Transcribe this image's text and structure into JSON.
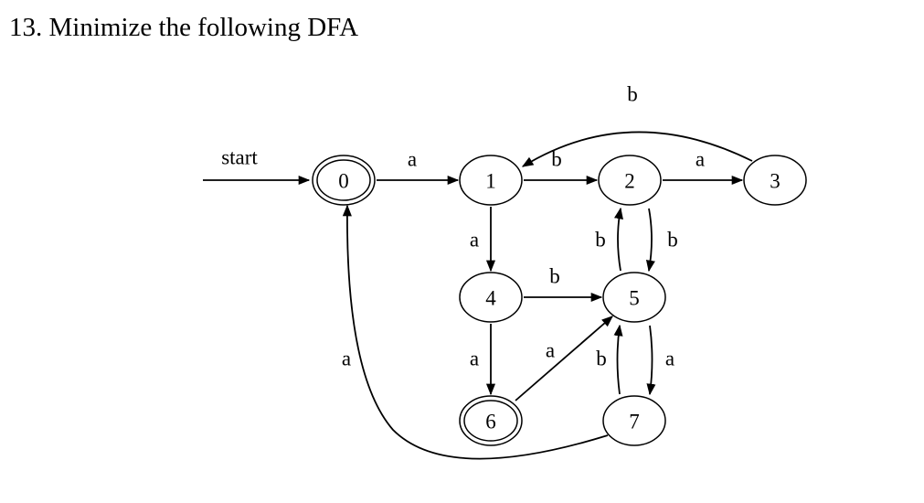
{
  "question": {
    "title": "13. Minimize the following DFA"
  },
  "dfa": {
    "start_label": "start",
    "start_state": "0",
    "accepting_states": [
      "0",
      "6"
    ],
    "states": [
      "0",
      "1",
      "2",
      "3",
      "4",
      "5",
      "6",
      "7"
    ],
    "transitions": [
      {
        "from": "0",
        "to": "1",
        "symbol": "a"
      },
      {
        "from": "1",
        "to": "2",
        "symbol": "b"
      },
      {
        "from": "1",
        "to": "4",
        "symbol": "a"
      },
      {
        "from": "2",
        "to": "3",
        "symbol": "a"
      },
      {
        "from": "3",
        "to": "1",
        "symbol": "b"
      },
      {
        "from": "2",
        "to": "5",
        "symbol": "b"
      },
      {
        "from": "5",
        "to": "2",
        "symbol": "b"
      },
      {
        "from": "4",
        "to": "5",
        "symbol": "b"
      },
      {
        "from": "4",
        "to": "6",
        "symbol": "a"
      },
      {
        "from": "6",
        "to": "5",
        "symbol": "a"
      },
      {
        "from": "5",
        "to": "7",
        "symbol": "a"
      },
      {
        "from": "7",
        "to": "5",
        "symbol": "b"
      },
      {
        "from": "7",
        "to": "0",
        "symbol": "a"
      }
    ]
  }
}
